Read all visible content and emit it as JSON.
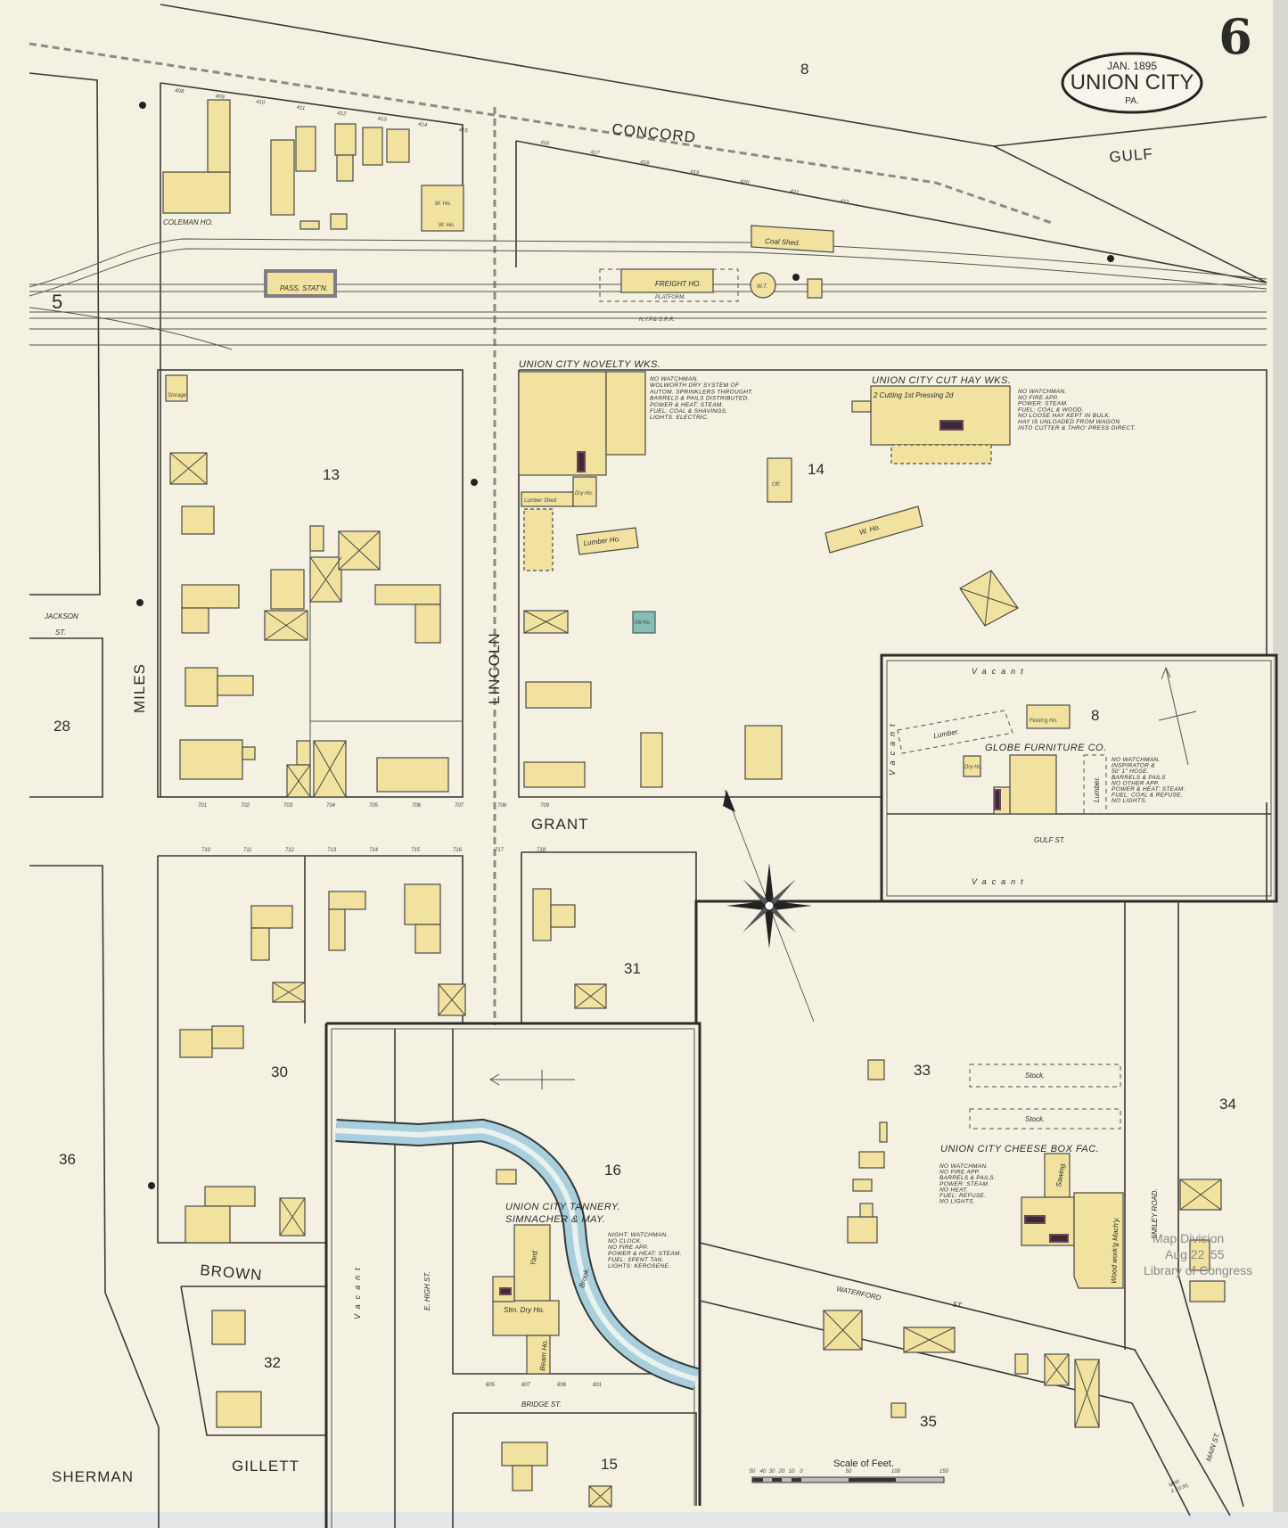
{
  "header": {
    "date": "JAN. 1895",
    "city": "UNION CITY",
    "state": "PA.",
    "sheet_number": "6"
  },
  "streets": {
    "concord": "CONCORD",
    "gulf": "GULF",
    "miles": "MILES",
    "lincoln": "LINCOLN",
    "grant": "GRANT",
    "gulf_st": "GULF ST.",
    "brown": "BROWN",
    "sherman": "SHERMAN",
    "gillett": "GILLETT",
    "e_high": "E. HIGH ST.",
    "bridge": "BRIDGE ST.",
    "waterford": "WATERFORD",
    "waterford_st": "ST.",
    "smiley": "SMILEY ROAD.",
    "main": "MAIN ST.",
    "jackson": "JACKSON",
    "jackson_st": "ST."
  },
  "railroad": "N.Y.P.& O.R.R.",
  "adjoining_sheet": "5",
  "blocks": {
    "b8_top": "8",
    "b13": "13",
    "b14": "14",
    "b8": "8",
    "b28": "28",
    "b30": "30",
    "b31": "31",
    "b33": "33",
    "b34": "34",
    "b36": "36",
    "b16": "16",
    "b32": "32",
    "b35": "35",
    "b15": "15"
  },
  "vacant": "Vacant",
  "buildings": {
    "coleman": "COLEMAN HO.",
    "pass_station": "PASS. STAT'N.",
    "freight": "FREIGHT HO.",
    "platform": "PLATFORM.",
    "coal_shed": "Coal Shed.",
    "water_tank": "W.T.",
    "w_ho": "W. Ho.",
    "lumber_shed": "Lumber Shed",
    "lumber_ho": "Lumber Ho.",
    "dry_ho": "Dry Ho.",
    "office": "Off.",
    "oil_ho": "Oil Ho.",
    "storage": "Storage",
    "lumber": "Lumber.",
    "finishing_ho": "Finish'g Ho.",
    "stock": "Stock.",
    "yard": "Yard.",
    "stm_dry": "Stm. Dry Ho.",
    "beam_ho": "Beam Ho.",
    "brook": "Brook.",
    "sawing": "Sawing.",
    "woodworking": "Wood work'g Mach'y.",
    "cutting": "2 Cutting 1st Pressing 2d"
  },
  "businesses": {
    "novelty": {
      "name": "UNION CITY NOVELTY WKS.",
      "notes": [
        "NO WATCHMAN.",
        "WOLWORTH DRY SYSTEM OF",
        "AUTOM. SPRINKLERS THROUGHT.",
        "BARRELS & PAILS DISTRIBUTED.",
        "POWER & HEAT: STEAM.",
        "FUEL: COAL & SHAVINGS.",
        "LIGHTS: ELECTRIC."
      ]
    },
    "cut_hay": {
      "name": "UNION CITY CUT HAY WKS.",
      "notes": [
        "NO WATCHMAN.",
        "NO FIRE APP.",
        "POWER: STEAM.",
        "FUEL: COAL & WOOD.",
        "NO LOOSE HAY KEPT IN BULK.",
        "HAY IS UNLOADED FROM WAGON",
        "INTO CUTTER & THRO' PRESS DIRECT."
      ]
    },
    "globe": {
      "name": "GLOBE FURNITURE CO.",
      "notes": [
        "NO WATCHMAN.",
        "INSPIRATOR &",
        "50' 1\" HOSE.",
        "BARRELS & PAILS",
        "NO OTHER APP.",
        "POWER & HEAT: STEAM.",
        "FUEL: COAL & REFUSE.",
        "NO LIGHTS."
      ]
    },
    "tannery": {
      "name": "UNION CITY TANNERY.",
      "owners": "SIMNACHER & MAY.",
      "notes": [
        "NIGHT: WATCHMAN.",
        "NO CLOCK.",
        "NO FIRE APP.",
        "POWER & HEAT: STEAM.",
        "FUEL: SPENT TAN.",
        "LIGHTS: KEROSENE."
      ]
    },
    "cheese_box": {
      "name": "UNION CITY CHEESE BOX FAC.",
      "notes": [
        "NO WATCHMAN.",
        "NO FIRE APP.",
        "BARRELS & PAILS.",
        "POWER: STEAM.",
        "NO HEAT.",
        "FUEL: REFUSE.",
        "NO LIGHTS."
      ]
    }
  },
  "addresses": {
    "concord_n": [
      "408",
      "409",
      "410",
      "411",
      "412",
      "413",
      "414",
      "415"
    ],
    "concord_s": [
      "416",
      "417",
      "418",
      "419",
      "420",
      "421",
      "422"
    ],
    "grant_n": [
      "701",
      "702",
      "703",
      "704",
      "705",
      "706",
      "707",
      "708",
      "709"
    ],
    "grant_s": [
      "710",
      "711",
      "712",
      "713",
      "714",
      "715",
      "716",
      "717",
      "718"
    ],
    "bridge": [
      "805",
      "807",
      "808",
      "801"
    ]
  },
  "scale": {
    "title": "Scale of Feet.",
    "ticks": [
      "50",
      "40",
      "30",
      "20",
      "10",
      "0",
      "50",
      "100",
      "150"
    ]
  },
  "stamp": {
    "line1": "Map Division",
    "line2": "Aug 22 '55",
    "line3": "Library of Congress"
  },
  "initials": {
    "line1": "MRF",
    "line2": "1.10.95."
  },
  "colors": {
    "paper": "#f4f1e3",
    "frame": "#f1e2a0",
    "brook": "#a9cfdc",
    "stone": "#86bdb5"
  }
}
